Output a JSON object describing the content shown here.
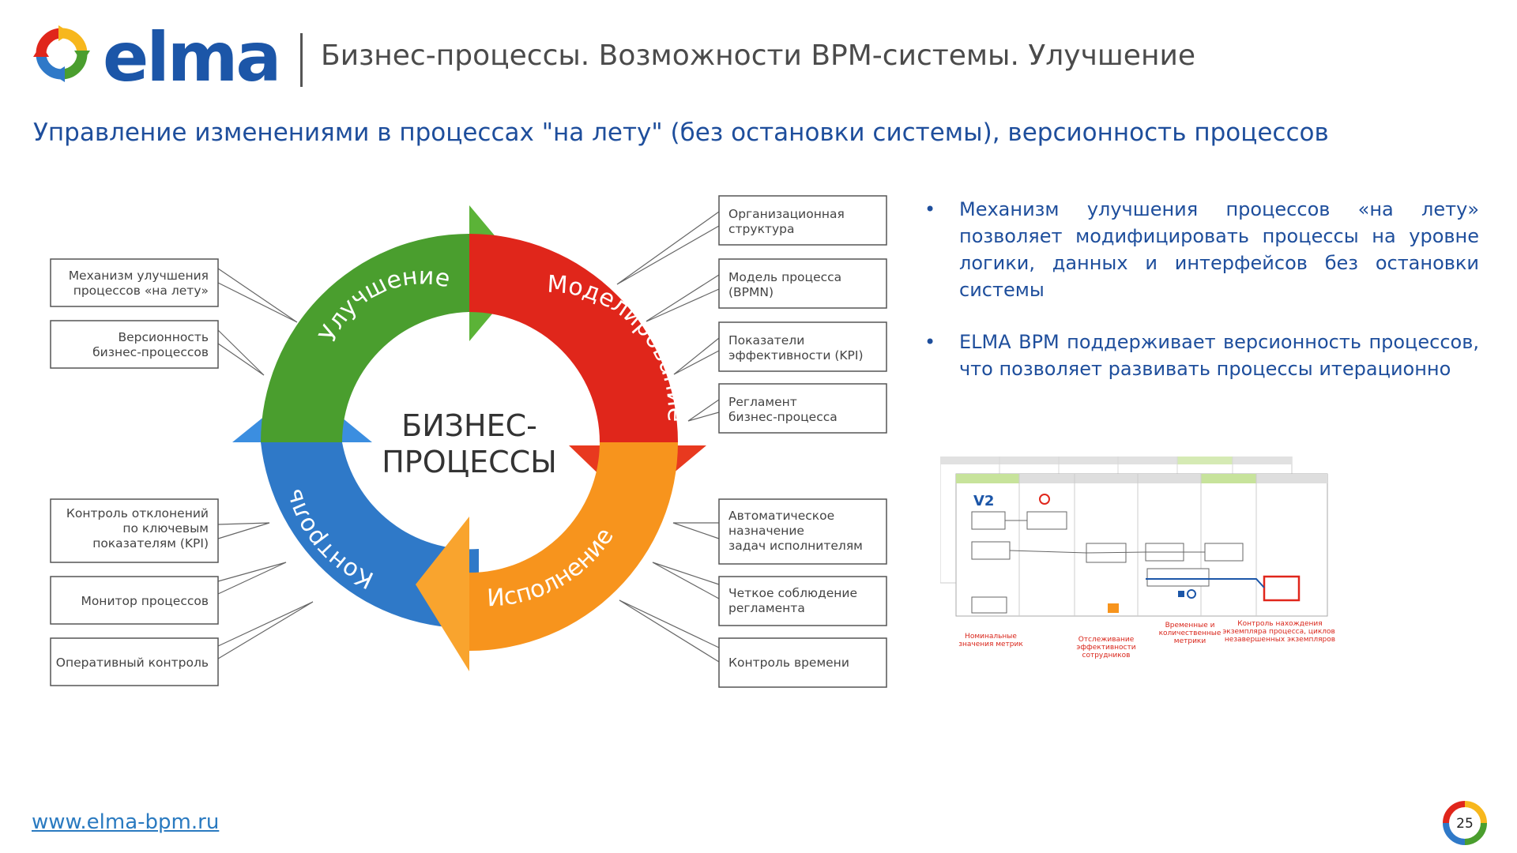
{
  "header": {
    "logo_text": "elma",
    "slide_title": "Бизнес-процессы. Возможности BPM-системы. Улучшение"
  },
  "subtitle": "Управление изменениями в процессах \"на лету\" (без остановки системы), версионность процессов",
  "diagram": {
    "center_line1": "БИЗНЕС-",
    "center_line2": "ПРОЦЕССЫ",
    "arcs": {
      "improvement": "Улучшение",
      "modeling": "Моделирование",
      "execution": "Исполнение",
      "control": "Контроль"
    },
    "left_boxes": [
      {
        "lines": [
          "Механизм улучшения",
          "процессов «на лету»"
        ]
      },
      {
        "lines": [
          "Версионность",
          "бизнес-процессов"
        ]
      },
      {
        "lines": [
          "Контроль отклонений",
          "по ключевым",
          "показателям (KPI)"
        ]
      },
      {
        "lines": [
          "Монитор процессов"
        ]
      },
      {
        "lines": [
          "Оперативный контроль"
        ]
      }
    ],
    "right_boxes": [
      {
        "lines": [
          "Организационная",
          "структура"
        ]
      },
      {
        "lines": [
          "Модель процесса",
          "(BPMN)"
        ]
      },
      {
        "lines": [
          "Показатели",
          "эффективности (KPI)"
        ]
      },
      {
        "lines": [
          "Регламент",
          "бизнес-процесса"
        ]
      },
      {
        "lines": [
          "Автоматическое",
          "назначение",
          "задач исполнителям"
        ]
      },
      {
        "lines": [
          "Четкое соблюдение",
          "регламента"
        ]
      },
      {
        "lines": [
          "Контроль времени"
        ]
      }
    ],
    "colors": {
      "green": "#4a9e2e",
      "red": "#e0261b",
      "orange": "#f7941d",
      "blue": "#2f79c8"
    }
  },
  "bullets": [
    "Механизм улучшения процессов «на лету» позволяет модифицировать процессы на уровне логики, данных и интерфейсов без остановки системы",
    "ELMA BPM поддерживает версионность процессов, что позволяет развивать процессы итерационно"
  ],
  "bpmn": {
    "version_badge": "V2",
    "captions": {
      "nominal": [
        "Номинальные",
        "значения метрик"
      ],
      "efficiency": [
        "Отслеживание",
        "эффективности",
        "сотрудников"
      ],
      "metrics": [
        "Временные и",
        "количественные",
        "метрики"
      ],
      "instances": [
        "Контроль нахождения",
        "экземпляра процесса, циклов,",
        "незавершенных экземпляров"
      ]
    }
  },
  "footer": {
    "site": "www.elma-bpm.ru",
    "page_number": "25"
  }
}
